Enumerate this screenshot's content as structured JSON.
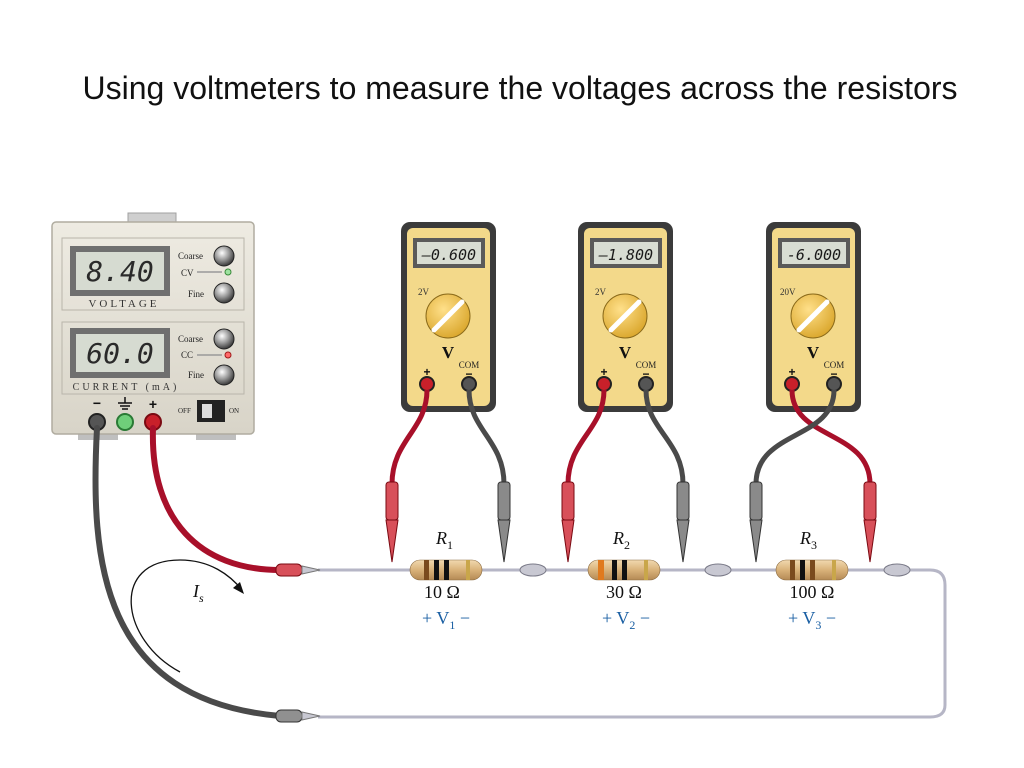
{
  "title": "Using voltmeters to measure the voltages across the resistors",
  "power_supply": {
    "voltage_display": "8.40",
    "voltage_label": "VOLTAGE",
    "current_display": "60.0",
    "current_label": "CURRENT (mA)",
    "coarse_label": "Coarse",
    "fine_label": "Fine",
    "cv_label": "CV",
    "cc_label": "CC",
    "off_label": "OFF",
    "on_label": "ON",
    "minus_label": "−",
    "plus_label": "+"
  },
  "meters": [
    {
      "reading": "—0.600",
      "range": "2V",
      "unit": "V",
      "com": "COM",
      "plus": "+",
      "minus": "−"
    },
    {
      "reading": "—1.800",
      "range": "2V",
      "unit": "V",
      "com": "COM",
      "plus": "+",
      "minus": "−"
    },
    {
      "reading": "-6.000",
      "range": "20V",
      "unit": "V",
      "com": "COM",
      "plus": "+",
      "minus": "−"
    }
  ],
  "resistors": [
    {
      "name": "R",
      "sub": "1",
      "value": "10 Ω",
      "v_prefix": "+ V",
      "v_sub": "1",
      "v_suffix": " −"
    },
    {
      "name": "R",
      "sub": "2",
      "value": "30 Ω",
      "v_prefix": "+ V",
      "v_sub": "2",
      "v_suffix": " −"
    },
    {
      "name": "R",
      "sub": "3",
      "value": "100 Ω",
      "v_prefix": "+ V",
      "v_sub": "3",
      "v_suffix": " −"
    }
  ],
  "current_label": {
    "main": "I",
    "sub": "s"
  },
  "colors": {
    "red_lead": "#a8102a",
    "black_lead": "#4a4a4a",
    "meter_yellow": "#f3d98a",
    "meter_frame": "#3b3b3b",
    "label_blue": "#1a5fa3"
  }
}
